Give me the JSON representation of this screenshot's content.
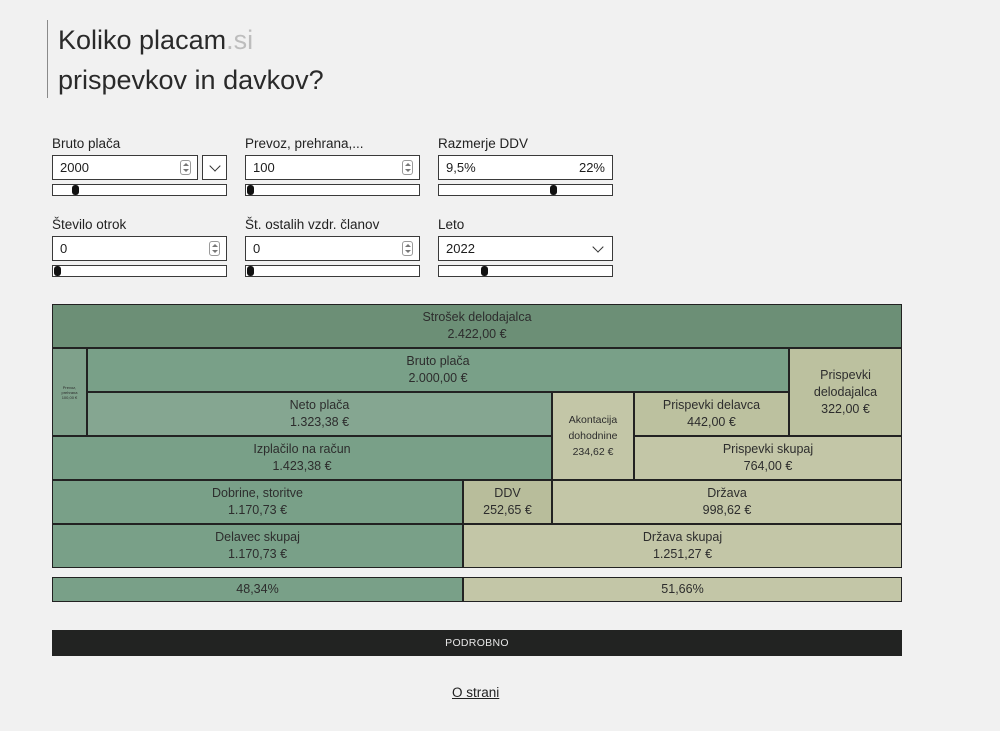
{
  "header": {
    "title_main": "Koliko placam",
    "title_suffix": ".si",
    "title_line2": "prispevkov in davkov?"
  },
  "form": {
    "bruto": {
      "label": "Bruto plača",
      "value": "2000",
      "slider_fraction": 0.12
    },
    "prevoz": {
      "label": "Prevoz, prehrana,...",
      "value": "100",
      "slider_fraction": 0.0
    },
    "ddv": {
      "label": "Razmerje DDV",
      "low": "9,5%",
      "high": "22%",
      "slider_fraction": 0.7
    },
    "otroci": {
      "label": "Število otrok",
      "value": "0",
      "slider_fraction": 0.0
    },
    "clani": {
      "label": "Št. ostalih vzdr. članov",
      "value": "0",
      "slider_fraction": 0.0
    },
    "leto": {
      "label": "Leto",
      "value": "2022",
      "slider_fraction": 0.25
    }
  },
  "breakdown": {
    "strosek": {
      "label": "Strošek delodajalca",
      "value": "2.422,00 €"
    },
    "prevoz_mini": {
      "line1": "Prevoz,",
      "line2": "prehrana",
      "line3": "100,00 €"
    },
    "bruto": {
      "label": "Bruto plača",
      "value": "2.000,00 €"
    },
    "prisp_delodajalca": {
      "line1": "Prispevki",
      "line2": "delodajalca",
      "value": "322,00 €"
    },
    "neto": {
      "label": "Neto plača",
      "value": "1.323,38 €"
    },
    "akontacija": {
      "line1": "Akontacija",
      "line2": "dohodnine",
      "value": "234,62 €"
    },
    "prisp_delavca": {
      "label": "Prispevki delavca",
      "value": "442,00 €"
    },
    "izplacilo": {
      "label": "Izplačilo na račun",
      "value": "1.423,38 €"
    },
    "prisp_skupaj": {
      "label": "Prispevki skupaj",
      "value": "764,00 €"
    },
    "dobrine": {
      "label": "Dobrine, storitve",
      "value": "1.170,73 €"
    },
    "ddv": {
      "label": "DDV",
      "value": "252,65 €"
    },
    "drzava": {
      "label": "Država",
      "value": "998,62 €"
    },
    "delavec_skupaj": {
      "label": "Delavec skupaj",
      "value": "1.170,73 €"
    },
    "drzava_skupaj": {
      "label": "Država skupaj",
      "value": "1.251,27 €"
    }
  },
  "split": {
    "worker_pct": "48,34%",
    "state_pct": "51,66%",
    "worker_fraction": 0.4834
  },
  "actions": {
    "details_label": "PODROBNO",
    "about_label": "O strani"
  }
}
